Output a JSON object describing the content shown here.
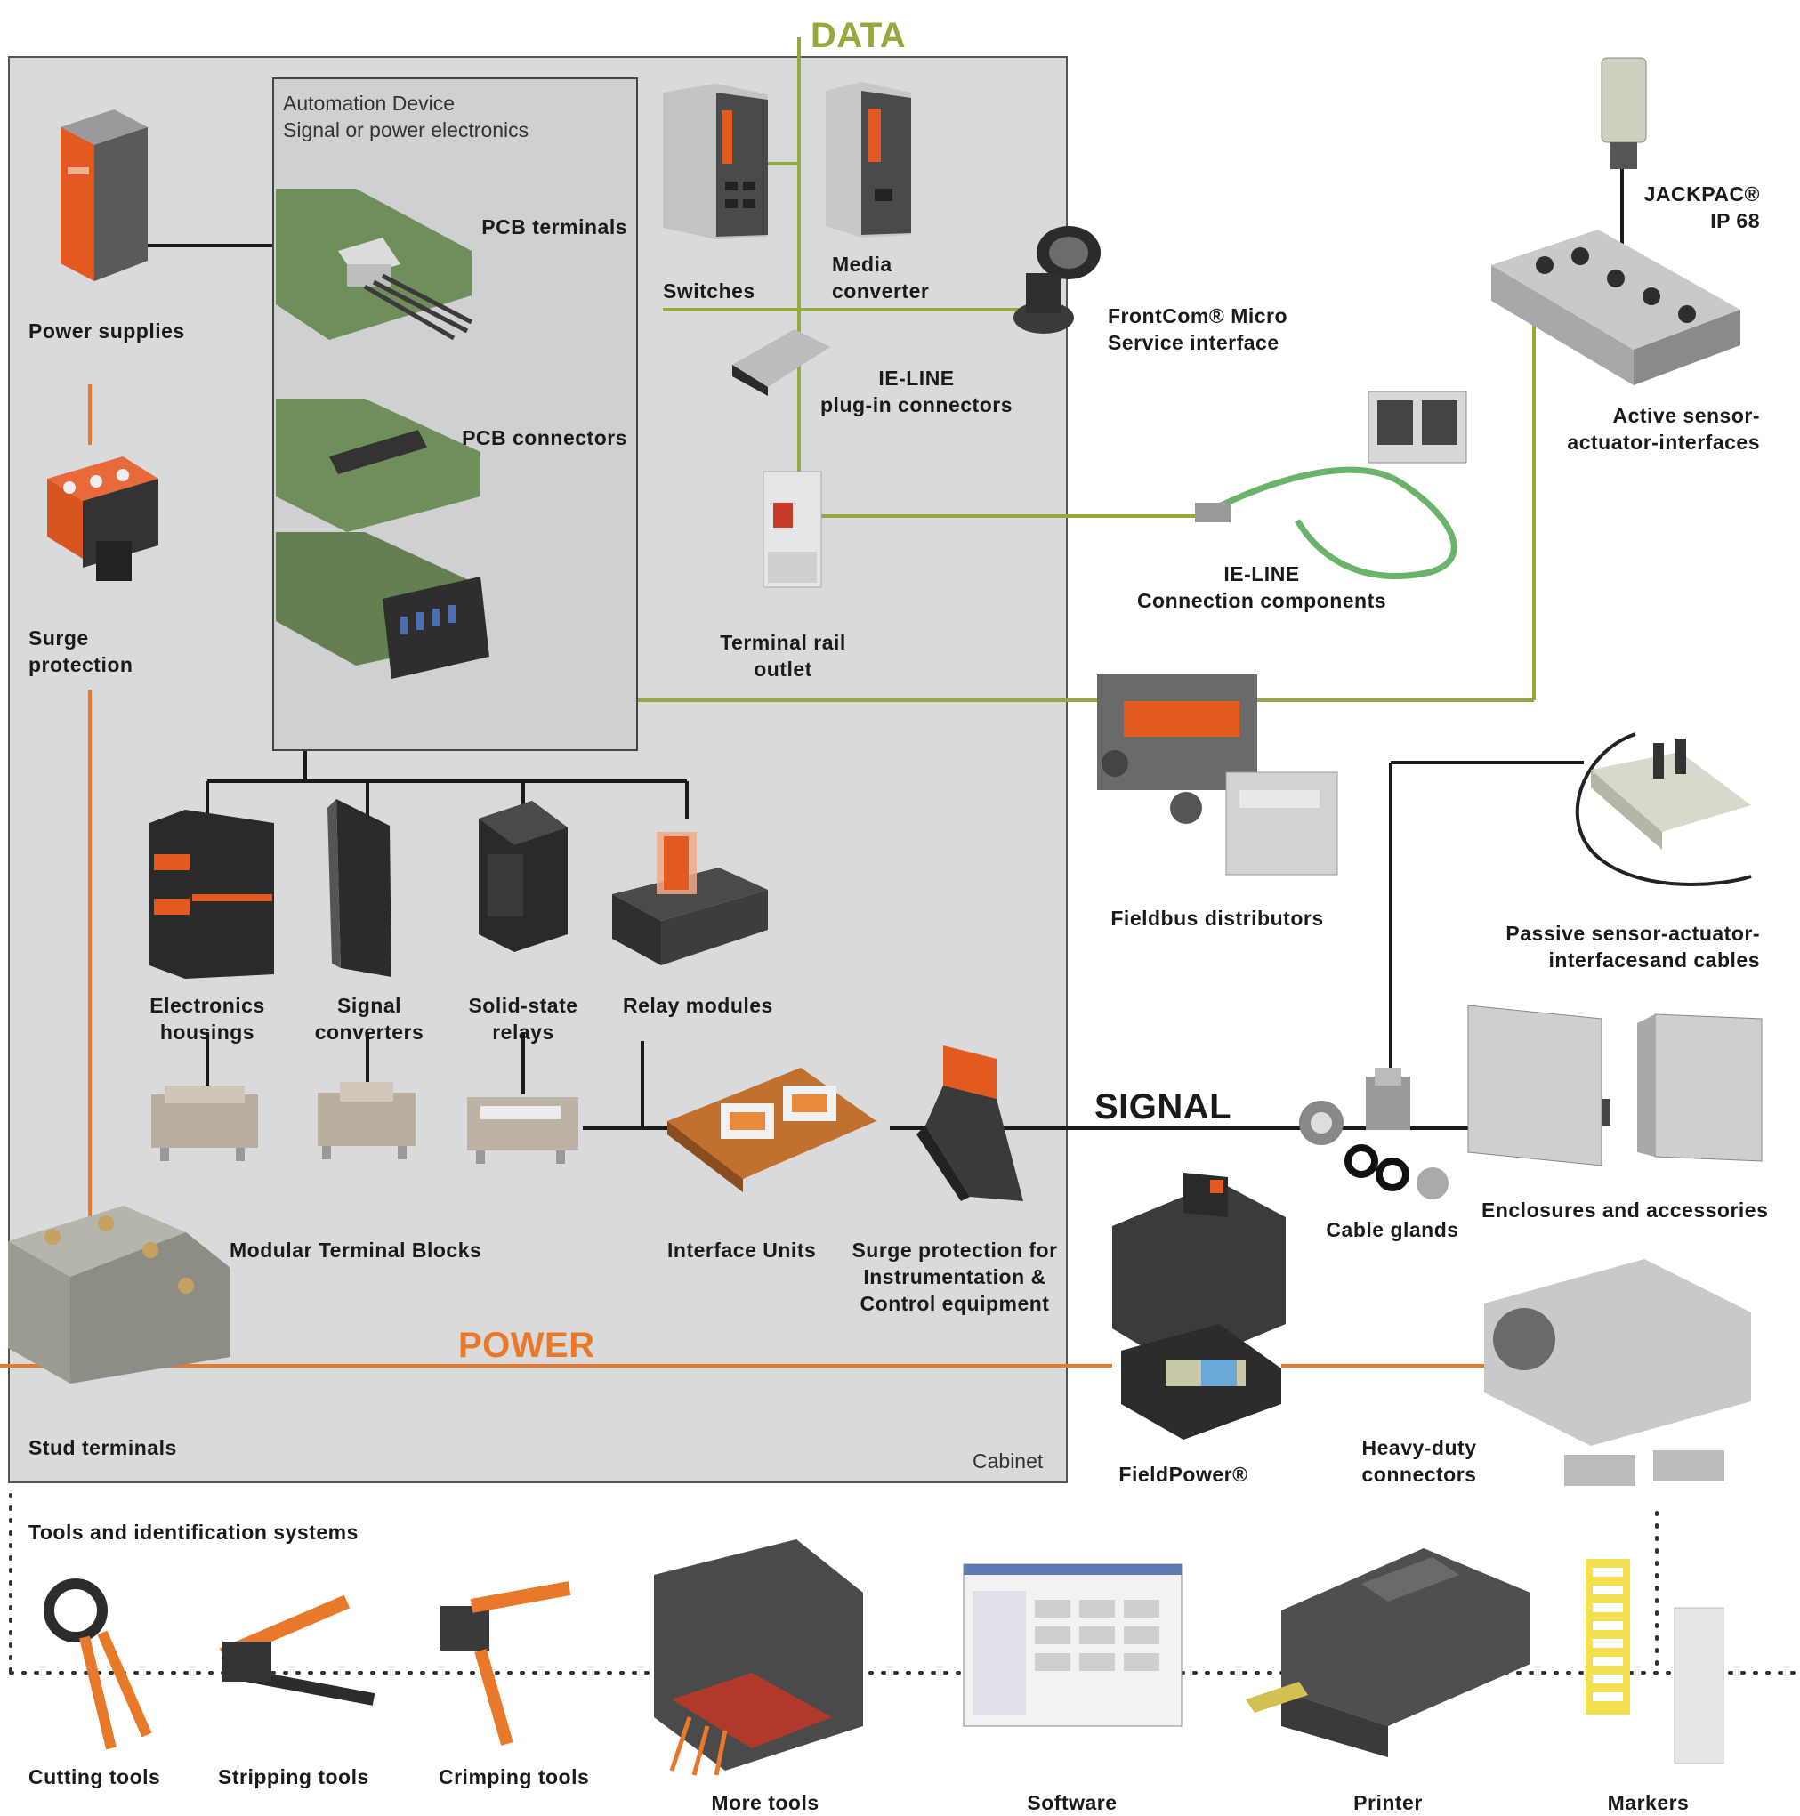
{
  "buses": {
    "data": "DATA",
    "signal": "SIGNAL",
    "power": "POWER"
  },
  "colors": {
    "data": "#95aa3c",
    "signal": "#1a1a1a",
    "power": "#e8792b",
    "cabinet": "#d9dadb",
    "automation_device": "#cfd0d1",
    "product_orange": "#e25a1f"
  },
  "cabinet": {
    "label": "Cabinet"
  },
  "automation_device": {
    "line1": "Automation Device",
    "line2": "Signal or power electronics"
  },
  "labels": {
    "pcb_terminals": "PCB terminals",
    "pcb_connectors": "PCB connectors",
    "switches": "Switches",
    "media_converter": [
      "Media",
      "converter"
    ],
    "frontcom": [
      "FrontCom® Micro",
      "Service interface"
    ],
    "ieline_plugin": [
      "IE-LINE",
      "plug-in connectors"
    ],
    "terminal_rail_outlet": [
      "Terminal rail",
      "outlet"
    ],
    "ieline_connection": [
      "IE-LINE",
      "Connection components"
    ],
    "jackpac": [
      "JACKPAC®",
      "IP 68"
    ],
    "active_sensor": [
      "Active sensor-",
      "actuator-interfaces"
    ],
    "power_supplies": "Power supplies",
    "surge_protection": [
      "Surge",
      "protection"
    ],
    "fieldbus_distributors": "Fieldbus distributors",
    "passive_sensor": [
      "Passive sensor-actuator-",
      "interfacesand cables"
    ],
    "electronics_housings": [
      "Electronics",
      "housings"
    ],
    "signal_converters": [
      "Signal",
      "converters"
    ],
    "solid_state_relays": [
      "Solid-state",
      "relays"
    ],
    "relay_modules": "Relay modules",
    "modular_terminal_blocks": "Modular Terminal Blocks",
    "interface_units": "Interface Units",
    "surge_instrumentation": [
      "Surge protection for",
      "Instrumentation &",
      "Control equipment"
    ],
    "cable_glands": "Cable glands",
    "enclosures": "Enclosures and accessories",
    "stud_terminals": "Stud terminals",
    "fieldpower": "FieldPower®",
    "heavy_duty": [
      "Heavy-duty",
      "connectors"
    ]
  },
  "tools": {
    "heading": "Tools and identification systems",
    "cutting": "Cutting tools",
    "stripping": "Stripping tools",
    "crimping": "Crimping tools",
    "more": "More tools",
    "software": "Software",
    "printer": "Printer",
    "markers": "Markers"
  }
}
